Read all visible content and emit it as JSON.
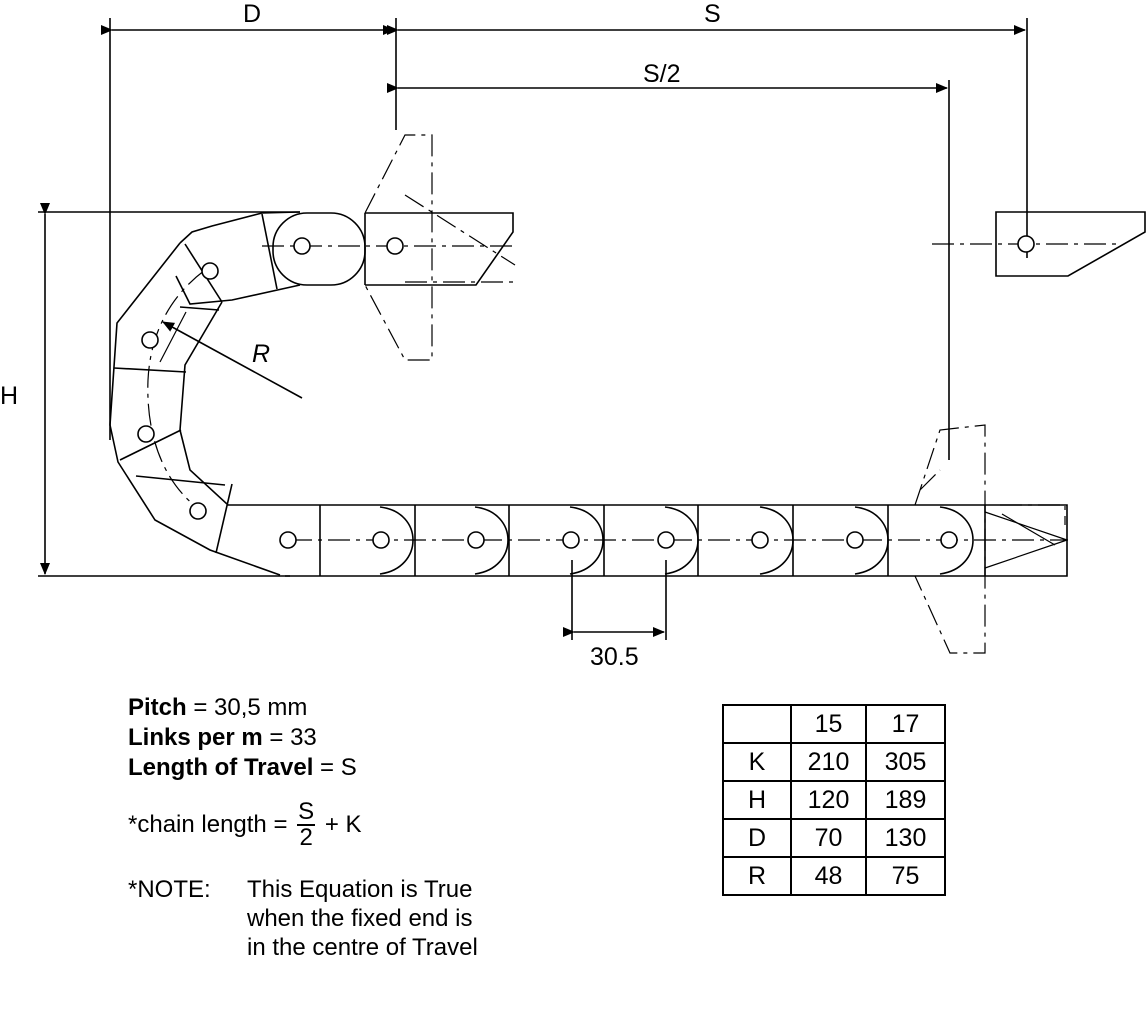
{
  "dimension_labels": {
    "d": "D",
    "s": "S",
    "s_half": "S/2",
    "h": "H",
    "r": "R",
    "pitch_value": "30.5"
  },
  "specs": {
    "pitch_label": "Pitch",
    "pitch_value": "= 30,5 mm",
    "links_label": "Links per m",
    "links_value": "= 33",
    "travel_label": "Length of Travel",
    "travel_value": "= S",
    "formula_prefix": "*chain length =",
    "formula_numerator": "S",
    "formula_denominator": "2",
    "formula_suffix": "+ K"
  },
  "note": {
    "label": "*NOTE:",
    "text": "This Equation is True when the fixed end is in the centre of Travel"
  },
  "table": {
    "header": [
      "",
      "15",
      "17"
    ],
    "rows": [
      [
        "K",
        "210",
        "305"
      ],
      [
        "H",
        "120",
        "189"
      ],
      [
        "D",
        "70",
        "130"
      ],
      [
        "R",
        "48",
        "75"
      ]
    ]
  }
}
